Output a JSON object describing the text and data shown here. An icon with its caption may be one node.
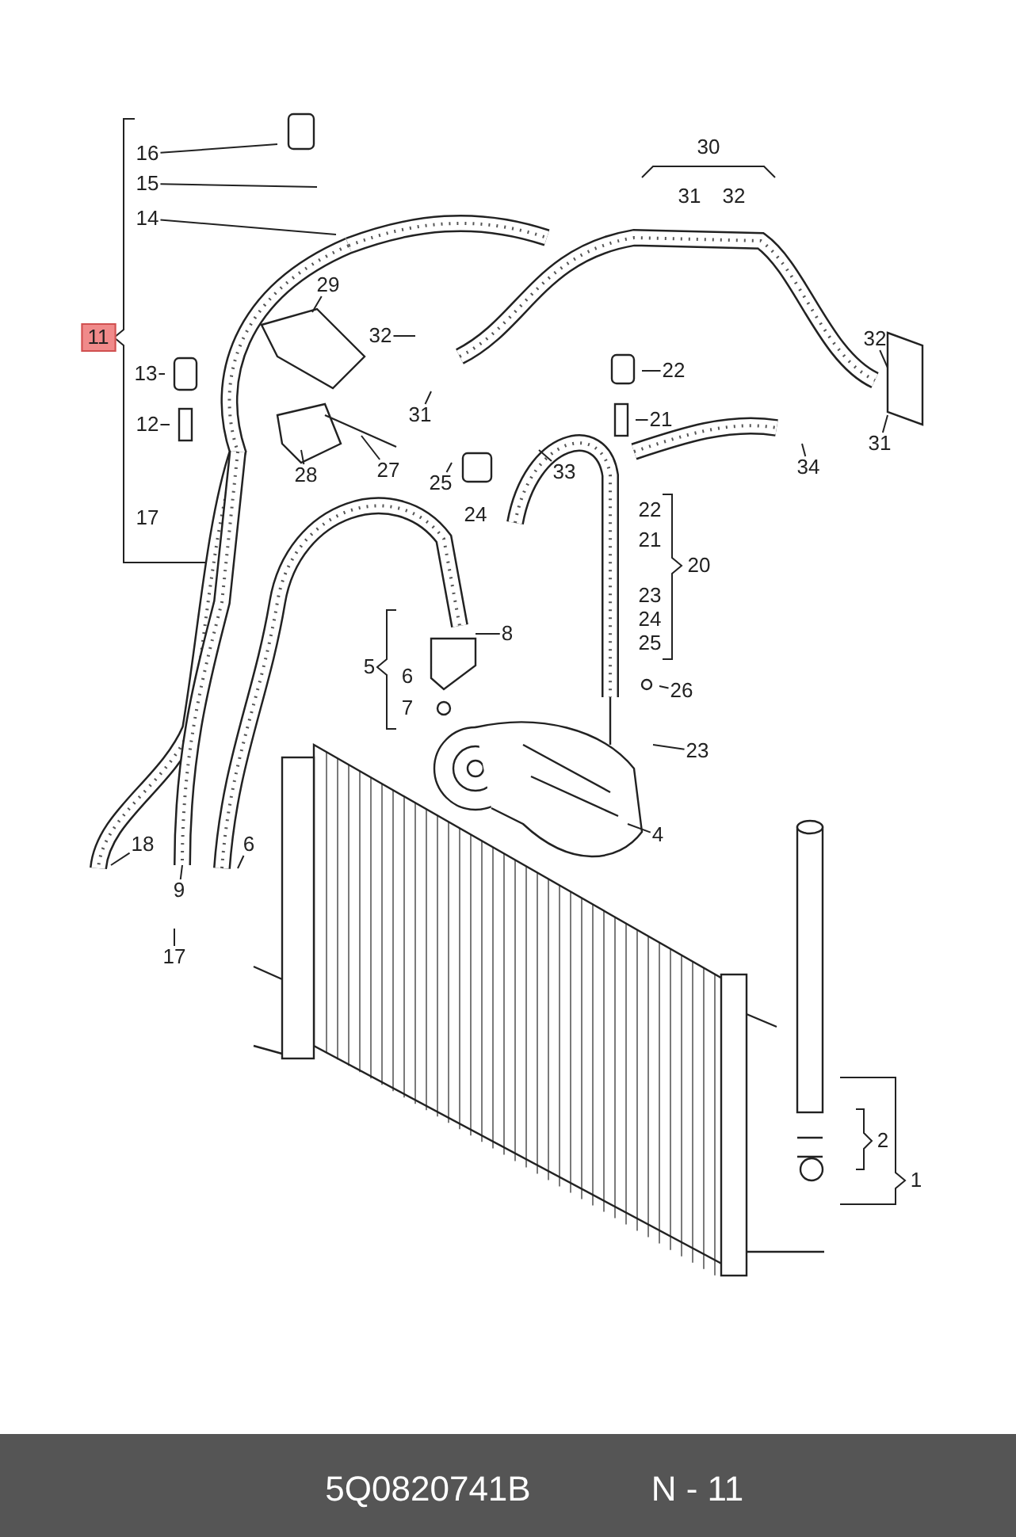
{
  "diagram": {
    "nodes": [
      {
        "text": [
          "16"
        ]
      },
      {
        "text": [
          "15"
        ]
      },
      {
        "text": [
          "14"
        ]
      },
      {
        "text": [
          "13"
        ]
      },
      {
        "text": [
          "12"
        ]
      },
      {
        "text": [
          "29"
        ]
      },
      {
        "text": [
          "32"
        ]
      },
      {
        "text": [
          "31"
        ]
      },
      {
        "text": [
          "33"
        ]
      },
      {
        "text": [
          "28"
        ]
      },
      {
        "text": [
          "27"
        ]
      },
      {
        "text": [
          "25"
        ]
      },
      {
        "text": [
          "22"
        ]
      },
      {
        "text": [
          "21"
        ]
      },
      {
        "text": [
          "32"
        ]
      },
      {
        "text": [
          "31"
        ]
      },
      {
        "text": [
          "34"
        ]
      },
      {
        "text": [
          "8"
        ]
      },
      {
        "text": [
          "26"
        ]
      },
      {
        "text": [
          "23"
        ]
      },
      {
        "text": [
          "4"
        ]
      },
      {
        "text": [
          "18"
        ]
      },
      {
        "text": [
          "9"
        ]
      },
      {
        "text": [
          "6"
        ]
      },
      {
        "text": [
          "17"
        ]
      }
    ],
    "edges": [
      {
        "from": 0,
        "to": null,
        "arrow": "none"
      },
      {
        "from": 1,
        "to": null,
        "arrow": "none"
      },
      {
        "from": 2,
        "to": null,
        "arrow": "none"
      },
      {
        "from": 3,
        "to": null,
        "arrow": "none"
      },
      {
        "from": 4,
        "to": null,
        "arrow": "none"
      },
      {
        "from": 5,
        "to": null,
        "arrow": "none"
      },
      {
        "from": 6,
        "to": null,
        "arrow": "none"
      },
      {
        "from": 7,
        "to": null,
        "arrow": "none"
      },
      {
        "from": 8,
        "to": null,
        "arrow": "none"
      },
      {
        "from": 9,
        "to": null,
        "arrow": "none"
      },
      {
        "from": 10,
        "to": null,
        "arrow": "none"
      },
      {
        "from": 11,
        "to": null,
        "arrow": "none"
      },
      {
        "from": 12,
        "to": null,
        "arrow": "none"
      },
      {
        "from": 13,
        "to": null,
        "arrow": "none"
      },
      {
        "from": 14,
        "to": null,
        "arrow": "none"
      },
      {
        "from": 15,
        "to": null,
        "arrow": "none"
      },
      {
        "from": 16,
        "to": null,
        "arrow": "none"
      },
      {
        "from": 17,
        "to": null,
        "arrow": "none"
      },
      {
        "from": 18,
        "to": null,
        "arrow": "none"
      },
      {
        "from": 19,
        "to": null,
        "arrow": "none"
      },
      {
        "from": 20,
        "to": null,
        "arrow": "none"
      },
      {
        "from": 21,
        "to": null,
        "arrow": "none"
      },
      {
        "from": 22,
        "to": null,
        "arrow": "none"
      },
      {
        "from": 23,
        "to": null,
        "arrow": "none"
      },
      {
        "from": 24,
        "to": null,
        "arrow": "none"
      }
    ],
    "labels": [
      "30",
      "31",
      "32",
      "11",
      "17",
      "24",
      "22",
      "21",
      "20",
      "23",
      "24",
      "25",
      "5",
      "6",
      "7",
      "2",
      "1",
      "5Q0820741B",
      "N - 11"
    ]
  }
}
